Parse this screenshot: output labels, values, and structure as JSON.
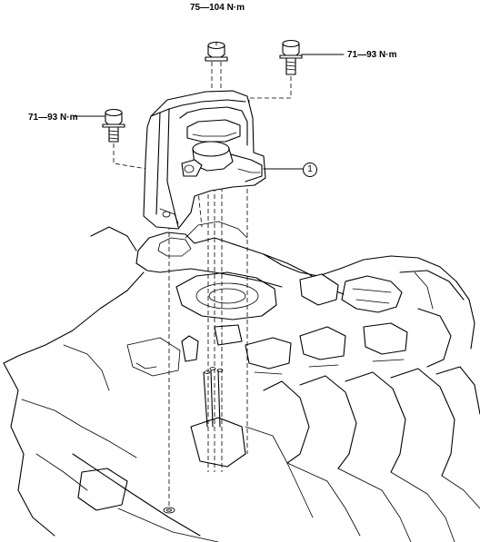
{
  "labels": {
    "torque_top": "75—104 N·m",
    "torque_right": "71—93 N·m",
    "torque_left": "71—93 N·m",
    "callout": "1"
  },
  "icons": [
    "flange-nut-icon",
    "bolt-icon",
    "engine-mount-icon",
    "transmission-housing-icon"
  ],
  "colors": {
    "line": "#000000",
    "background": "#ffffff"
  }
}
